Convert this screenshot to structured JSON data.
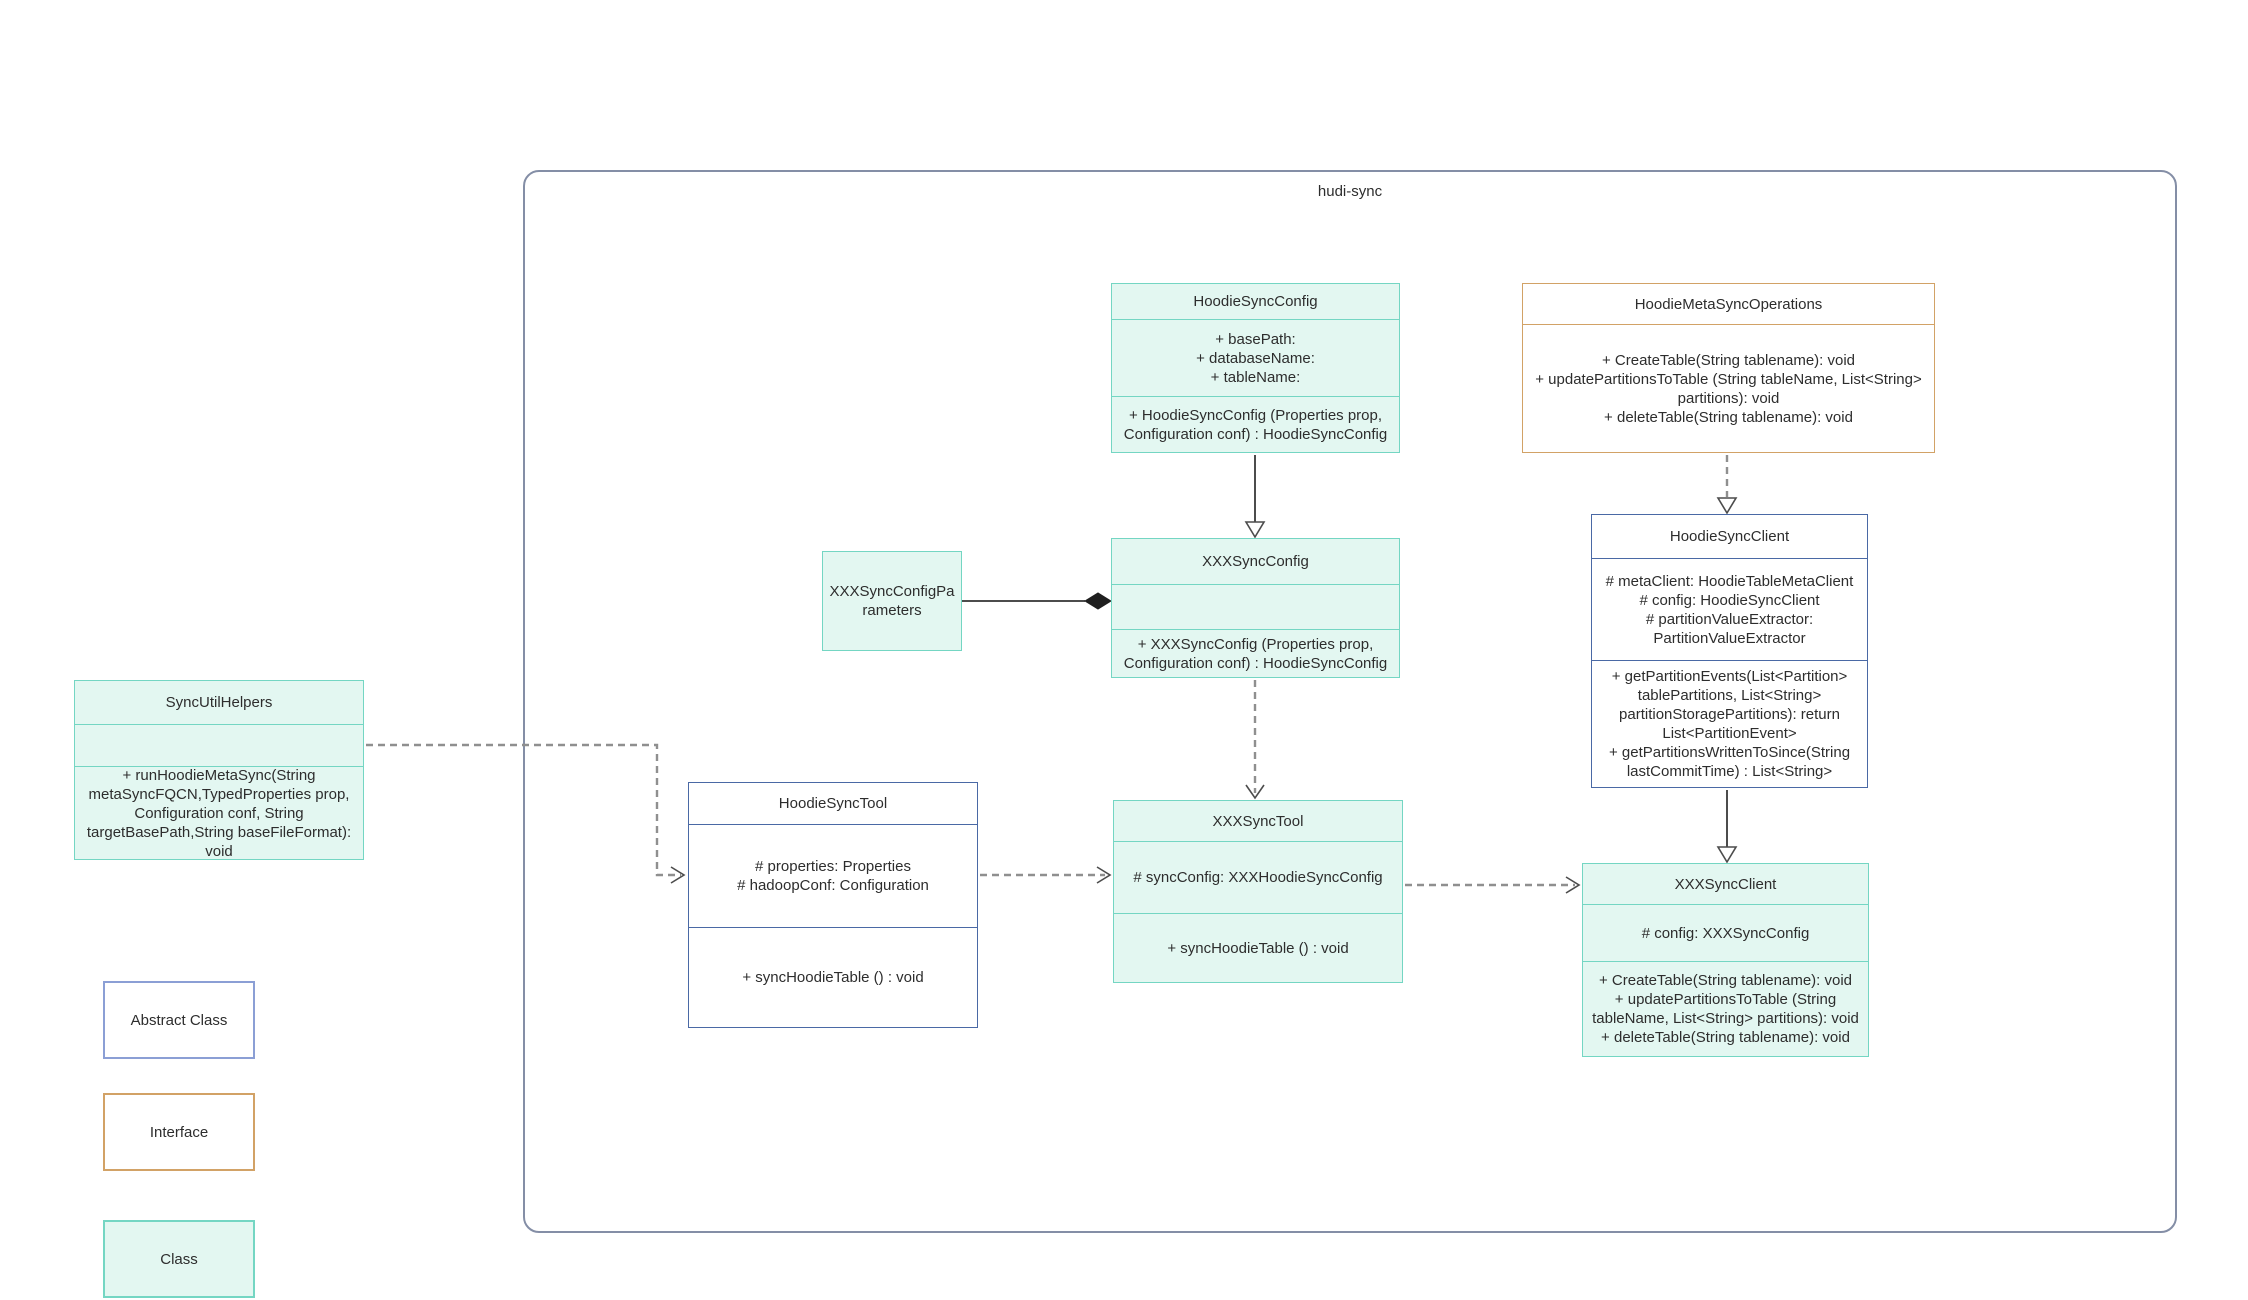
{
  "diagram": {
    "title": "hudi-sync"
  },
  "colors": {
    "class_fill": "#e3f7f1",
    "class_border": "#74d6c3",
    "abstract_border": "#4a69a5",
    "abstract_legend_border": "#8b9fd5",
    "interface_border": "#d2a266",
    "frame_border": "#848ea6",
    "line_color": "#4c4c4c",
    "dash_color": "#8f8f8f",
    "text_color": "#2d2d2d"
  },
  "classes": {
    "hoodie_sync_config": {
      "title": "HoodieSyncConfig",
      "attributes": [
        "+ basePath:",
        "+ databaseName:",
        "+ tableName:"
      ],
      "methods": [
        "+ HoodieSyncConfig (Properties prop, Configuration conf) : HoodieSyncConfig"
      ]
    },
    "hoodie_meta_sync_operations": {
      "title": "HoodieMetaSyncOperations",
      "methods": [
        "+ CreateTable(String tablename): void",
        "+ updatePartitionsToTable (String tableName, List<String> partitions): void",
        "+ deleteTable(String tablename): void"
      ]
    },
    "hoodie_sync_client": {
      "title": "HoodieSyncClient",
      "attributes": [
        "# metaClient: HoodieTableMetaClient",
        "# config: HoodieSyncClient",
        "# partitionValueExtractor: PartitionValueExtractor"
      ],
      "methods": [
        "+ getPartitionEvents(List<Partition> tablePartitions, List<String> partitionStoragePartitions): return List<PartitionEvent>",
        "+ getPartitionsWrittenToSince(String lastCommitTime) : List<String>"
      ]
    },
    "xxx_sync_config_parameters": {
      "title": "XXXSyncConfigParameters"
    },
    "xxx_sync_config": {
      "title": "XXXSyncConfig",
      "methods": [
        "+ XXXSyncConfig (Properties prop, Configuration conf) : HoodieSyncConfig"
      ]
    },
    "sync_util_helpers": {
      "title": "SyncUtilHelpers",
      "methods": [
        "+ runHoodieMetaSync(String metaSyncFQCN,TypedProperties prop, Configuration conf, String targetBasePath,String baseFileFormat): void"
      ]
    },
    "hoodie_sync_tool": {
      "title": "HoodieSyncTool",
      "attributes": [
        "# properties: Properties",
        "# hadoopConf: Configuration"
      ],
      "methods": [
        "+ syncHoodieTable () : void"
      ]
    },
    "xxx_sync_tool": {
      "title": "XXXSyncTool",
      "attributes": [
        "# syncConfig: XXXHoodieSyncConfig"
      ],
      "methods": [
        "+ syncHoodieTable () : void"
      ]
    },
    "xxx_sync_client": {
      "title": "XXXSyncClient",
      "attributes": [
        "# config: XXXSyncConfig"
      ],
      "methods": [
        "+ CreateTable(String tablename): void",
        "+ updatePartitionsToTable (String tableName, List<String> partitions): void",
        "+ deleteTable(String tablename): void"
      ]
    }
  },
  "legend": {
    "items": [
      {
        "label": "Abstract Class"
      },
      {
        "label": "Interface"
      },
      {
        "label": "Class"
      }
    ]
  }
}
